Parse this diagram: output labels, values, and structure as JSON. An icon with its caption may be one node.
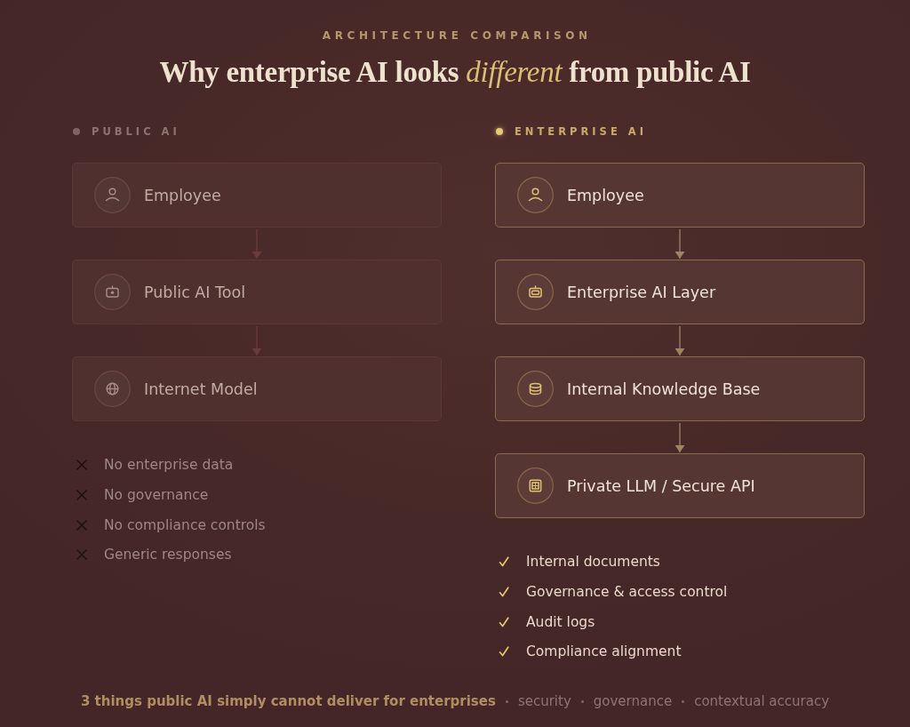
{
  "diagram": {
    "title": "Why enterprise AI looks *different* from public AI",
    "nodes": [
      {
        "text": [
          "Employee"
        ]
      },
      {
        "text": [
          "Public AI Tool"
        ]
      },
      {
        "text": [
          "Internet Model"
        ]
      },
      {
        "text": [
          "Employee"
        ]
      },
      {
        "text": [
          "Enterprise AI Layer"
        ]
      },
      {
        "text": [
          "Internal Knowledge Base"
        ]
      },
      {
        "text": [
          "Private LLM / Secure API"
        ]
      }
    ],
    "edges": [
      {
        "from": 0,
        "to": 1,
        "arrow": "to",
        "color": "#6b3b3b"
      },
      {
        "from": 1,
        "to": 2,
        "arrow": "to",
        "color": "#6b3b3b"
      },
      {
        "from": 3,
        "to": 4,
        "arrow": "to"
      },
      {
        "from": 4,
        "to": 5,
        "arrow": "to"
      },
      {
        "from": 5,
        "to": 6,
        "arrow": "to"
      }
    ],
    "labels": [
      "ARCHITECTURE COMPARISON",
      "PUBLIC AI",
      "ENTERPRISE AI",
      "No enterprise data",
      "No governance",
      "No compliance controls",
      "Generic responses",
      "Internal documents",
      "Governance & access control",
      "Audit logs",
      "Compliance alignment",
      "3 things public AI simply cannot deliver for enterprises",
      "security",
      "governance",
      "contextual accuracy"
    ]
  }
}
